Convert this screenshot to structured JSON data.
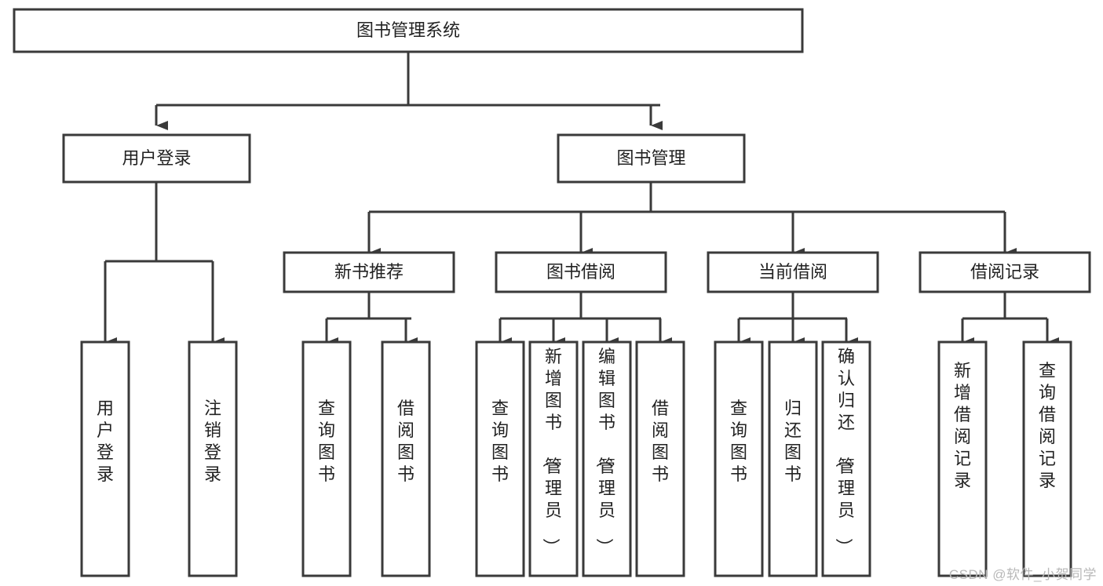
{
  "diagram": {
    "title": "图书管理系统",
    "type": "hierarchy-tree",
    "watermark": "CSDN @软件_小贺同学",
    "colors": {
      "stroke": "#3a3a3a",
      "box_fill": "#ffffff",
      "text": "#222222",
      "background": "#ffffff",
      "watermark": "#b8b8b8"
    },
    "levels": [
      {
        "level": 1,
        "nodes": [
          {
            "id": "root",
            "label": "图书管理系统",
            "orientation": "horizontal"
          }
        ]
      },
      {
        "level": 2,
        "nodes": [
          {
            "id": "user-login",
            "label": "用户登录",
            "orientation": "horizontal",
            "parent": "root"
          },
          {
            "id": "book-manage",
            "label": "图书管理",
            "orientation": "horizontal",
            "parent": "root"
          }
        ]
      },
      {
        "level": 3,
        "nodes": [
          {
            "id": "new-book-rec",
            "label": "新书推荐",
            "orientation": "horizontal",
            "parent": "book-manage"
          },
          {
            "id": "book-borrow",
            "label": "图书借阅",
            "orientation": "horizontal",
            "parent": "book-manage"
          },
          {
            "id": "current-borrow",
            "label": "当前借阅",
            "orientation": "horizontal",
            "parent": "book-manage"
          },
          {
            "id": "borrow-record",
            "label": "借阅记录",
            "orientation": "horizontal",
            "parent": "book-manage"
          }
        ]
      },
      {
        "level": 4,
        "nodes": [
          {
            "id": "leaf-user-login",
            "label": "用户登录",
            "orientation": "vertical",
            "parent": "user-login"
          },
          {
            "id": "leaf-logout",
            "label": "注销登录",
            "orientation": "vertical",
            "parent": "user-login"
          },
          {
            "id": "leaf-query-book-1",
            "label": "查询图书",
            "orientation": "vertical",
            "parent": "new-book-rec"
          },
          {
            "id": "leaf-borrow-book-1",
            "label": "借阅图书",
            "orientation": "vertical",
            "parent": "new-book-rec"
          },
          {
            "id": "leaf-query-book-2",
            "label": "查询图书",
            "orientation": "vertical",
            "parent": "book-borrow"
          },
          {
            "id": "leaf-add-book",
            "label": "新增图书（管理员）",
            "orientation": "vertical",
            "parent": "book-borrow"
          },
          {
            "id": "leaf-edit-book",
            "label": "编辑图书（管理员）",
            "orientation": "vertical",
            "parent": "book-borrow"
          },
          {
            "id": "leaf-borrow-book-2",
            "label": "借阅图书",
            "orientation": "vertical",
            "parent": "book-borrow"
          },
          {
            "id": "leaf-query-book-3",
            "label": "查询图书",
            "orientation": "vertical",
            "parent": "current-borrow"
          },
          {
            "id": "leaf-return-book",
            "label": "归还图书",
            "orientation": "vertical",
            "parent": "current-borrow"
          },
          {
            "id": "leaf-confirm-return",
            "label": "确认归还（管理员）",
            "orientation": "vertical",
            "parent": "current-borrow"
          },
          {
            "id": "leaf-add-record",
            "label": "新增借阅记录",
            "orientation": "vertical",
            "parent": "borrow-record"
          },
          {
            "id": "leaf-query-record",
            "label": "查询借阅记录",
            "orientation": "vertical",
            "parent": "borrow-record"
          }
        ]
      }
    ]
  }
}
